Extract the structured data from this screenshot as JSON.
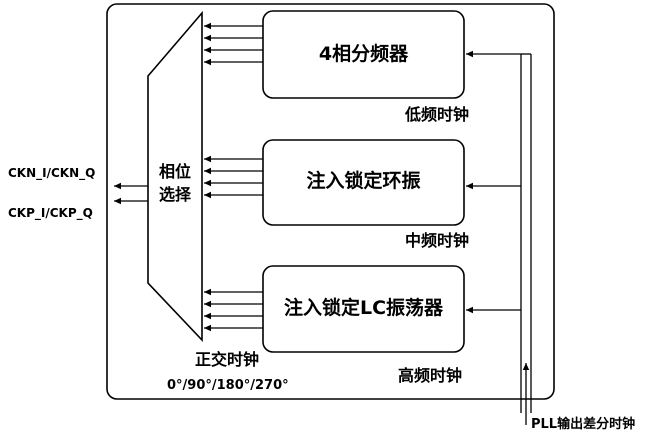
{
  "blocks": {
    "divider": "4相分频器",
    "ilro": "注入锁定环振",
    "lc": "注入锁定LC振荡器"
  },
  "bands": {
    "low": "低频时钟",
    "mid": "中频时钟",
    "high": "高频时钟"
  },
  "mux": {
    "line1": "相位",
    "line2": "选择"
  },
  "outputs": {
    "ckn": "CKN_I/CKN_Q",
    "ckp": "CKP_I/CKP_Q"
  },
  "quadrature": {
    "title": "正交时钟",
    "phases": "0°/90°/180°/270°"
  },
  "pll_input": "PLL输出差分时钟",
  "colors": {
    "stroke": "#000000",
    "background": "#ffffff"
  }
}
